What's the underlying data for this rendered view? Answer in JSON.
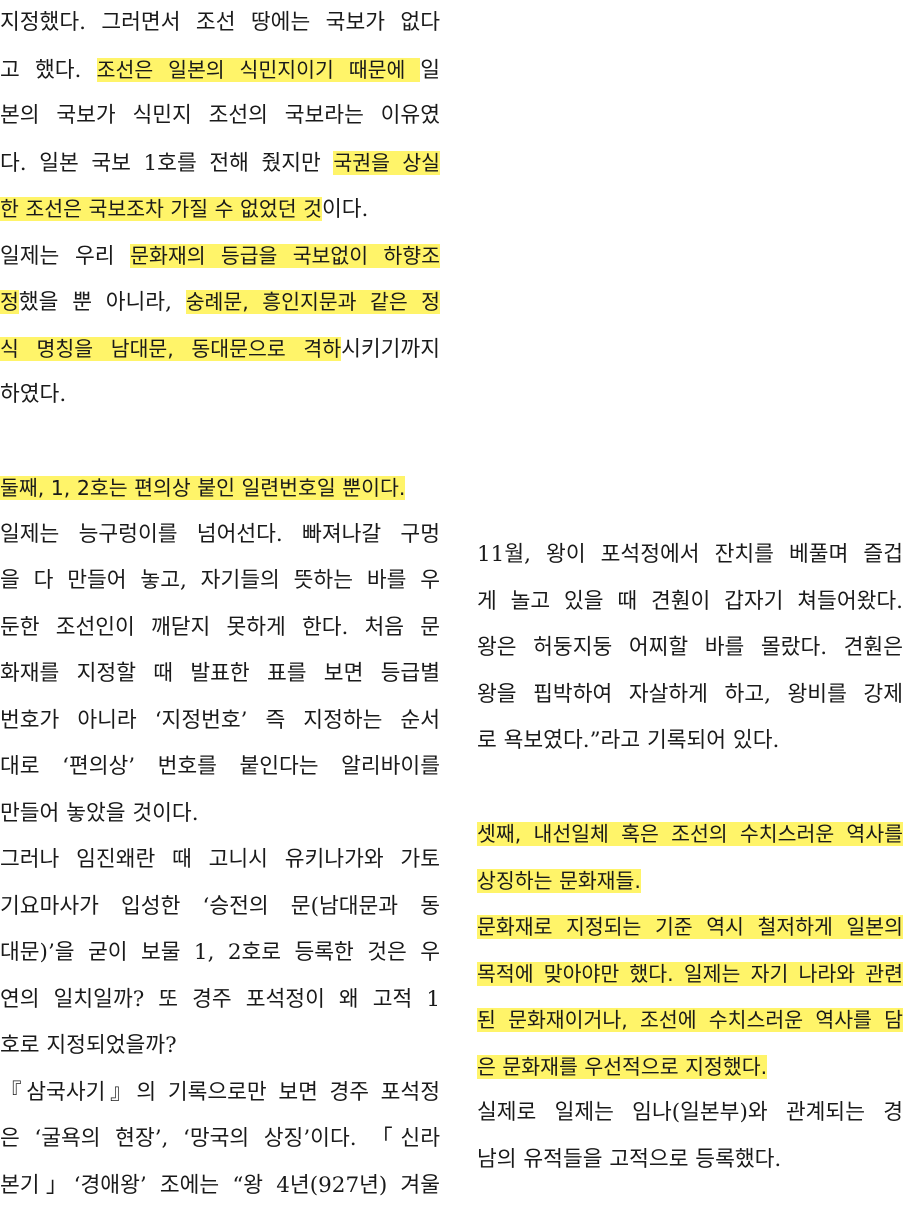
{
  "left_column": {
    "lines": [
      {
        "segs": [
          {
            "t": "지정했다. 그러면서 조선 땅에는 국보가 없다"
          }
        ]
      },
      {
        "segs": [
          {
            "t": "고 했다. "
          },
          {
            "t": "조선은 일본의 식민지이기 때문에 ",
            "hl": true
          },
          {
            "t": "일"
          }
        ]
      },
      {
        "segs": [
          {
            "t": "본의 국보가 식민지 조선의 국보라는 이유였"
          }
        ]
      },
      {
        "segs": [
          {
            "t": "다. 일본 국보 1호를 전해 줬지만 "
          },
          {
            "t": "국권을 상실",
            "hl": true
          }
        ]
      },
      {
        "segs": [
          {
            "t": "한 조선은 국보조차 가질 수 없었던 것",
            "hl": true
          },
          {
            "t": "이다."
          }
        ],
        "last": true
      },
      {
        "segs": [
          {
            "t": "일제는 우리 "
          },
          {
            "t": "문화재의 등급을 국보없이 하향조",
            "hl": true
          }
        ]
      },
      {
        "segs": [
          {
            "t": "정",
            "hl": true
          },
          {
            "t": "했을 뿐 아니라, "
          },
          {
            "t": "숭례문, 흥인지문과 같은 정",
            "hl": true
          }
        ]
      },
      {
        "segs": [
          {
            "t": "식 명칭을 남대문, 동대문으로 격하",
            "hl": true
          },
          {
            "t": "시키기까지"
          }
        ]
      },
      {
        "segs": [
          {
            "t": "하였다."
          }
        ],
        "last": true
      },
      {
        "gap": true
      },
      {
        "segs": [
          {
            "t": "둘째, 1, 2호는 편의상 붙인 일련번호일 뿐이다.",
            "hl": true
          }
        ],
        "last": true
      },
      {
        "segs": [
          {
            "t": "일제는 능구렁이를 넘어선다. 빠져나갈 구멍"
          }
        ]
      },
      {
        "segs": [
          {
            "t": "을 다 만들어 놓고, 자기들의 뜻하는 바를 우"
          }
        ]
      },
      {
        "segs": [
          {
            "t": "둔한 조선인이 깨닫지 못하게 한다. 처음 문"
          }
        ]
      },
      {
        "segs": [
          {
            "t": "화재를 지정할 때 발표한 표를 보면 등급별"
          }
        ]
      },
      {
        "segs": [
          {
            "t": "번호가 아니라 ‘지정번호’ 즉 지정하는 순서"
          }
        ]
      },
      {
        "segs": [
          {
            "t": "대로 ‘편의상’ 번호를 붙인다는 알리바이를"
          }
        ]
      },
      {
        "segs": [
          {
            "t": "만들어 놓았을 것이다."
          }
        ],
        "last": true
      },
      {
        "segs": [
          {
            "t": "그러나 임진왜란 때 고니시 유키나가와 가토"
          }
        ]
      },
      {
        "segs": [
          {
            "t": "기요마사가 입성한 ‘승전의 문(남대문과 동"
          }
        ]
      },
      {
        "segs": [
          {
            "t": "대문)’을 굳이 보물 1, 2호로 등록한 것은 우"
          }
        ]
      },
      {
        "segs": [
          {
            "t": "연의 일치일까? 또 경주 포석정이 왜 고적 1"
          }
        ]
      },
      {
        "segs": [
          {
            "t": "호로 지정되었을까?"
          }
        ],
        "last": true
      },
      {
        "segs": [
          {
            "t": "『삼국사기』의 기록으로만 보면 경주 포석정"
          }
        ]
      },
      {
        "segs": [
          {
            "t": "은 ‘굴욕의 현장’, ‘망국의 상징’이다. 「신라"
          }
        ]
      },
      {
        "segs": [
          {
            "t": "본기」‘경애왕’ 조에는 “왕 4년(927년) 겨울"
          }
        ]
      }
    ]
  },
  "right_column": {
    "lines": [
      {
        "segs": [
          {
            "t": "11월, 왕이 포석정에서 잔치를 베풀며 즐겁"
          }
        ]
      },
      {
        "segs": [
          {
            "t": "게 놀고 있을 때 견훤이 갑자기 쳐들어왔다."
          }
        ]
      },
      {
        "segs": [
          {
            "t": "왕은 허둥지둥 어찌할 바를 몰랐다. 견훤은"
          }
        ]
      },
      {
        "segs": [
          {
            "t": "왕을 핍박하여 자살하게 하고, 왕비를 강제"
          }
        ]
      },
      {
        "segs": [
          {
            "t": "로 욕보였다.”라고 기록되어 있다."
          }
        ],
        "last": true
      },
      {
        "gap": true
      },
      {
        "segs": [
          {
            "t": "셋째, 내선일체 혹은 조선의 수치스러운 역사를",
            "hl": true
          }
        ]
      },
      {
        "segs": [
          {
            "t": "상징하는 문화재들.",
            "hl": true
          }
        ],
        "last": true
      },
      {
        "segs": [
          {
            "t": "문화재로 지정되는 기준 역시 철저하게 일본의",
            "hl": true
          }
        ]
      },
      {
        "segs": [
          {
            "t": "목적에 맞아야만 했다. 일제는 자기 나라와 관련",
            "hl": true
          }
        ]
      },
      {
        "segs": [
          {
            "t": "된 문화재이거나, 조선에 수치스러운 역사를 담",
            "hl": true
          }
        ]
      },
      {
        "segs": [
          {
            "t": "은 문화재를 우선적으로 지정했다.",
            "hl": true
          }
        ],
        "last": true
      },
      {
        "segs": [
          {
            "t": "  실제로 일제는 임나(일본부)와 관계되는 경"
          }
        ]
      },
      {
        "segs": [
          {
            "t": "남의 유적들을 고적으로 등록했다."
          }
        ],
        "last": true
      }
    ]
  }
}
